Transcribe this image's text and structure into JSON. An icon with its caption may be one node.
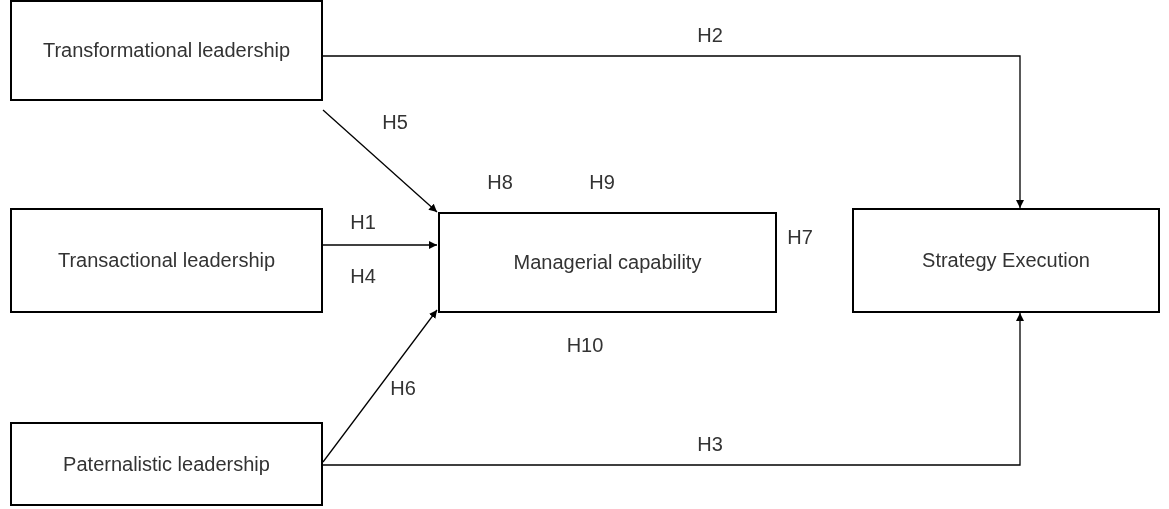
{
  "diagram": {
    "nodes": [
      {
        "text": [
          "Transformational leadership"
        ]
      },
      {
        "text": [
          "Transactional leadership"
        ]
      },
      {
        "text": [
          "Managerial capability"
        ]
      },
      {
        "text": [
          "Strategy Execution"
        ]
      },
      {
        "text": [
          "Paternalistic leadership"
        ]
      }
    ],
    "edges": [
      {
        "from": 0,
        "to": 3,
        "arrow": "to",
        "label": "H2"
      },
      {
        "from": 0,
        "to": 2,
        "arrow": "to",
        "label": "H5"
      },
      {
        "from": 1,
        "to": 2,
        "arrow": "to",
        "label": "H1"
      },
      {
        "from": 4,
        "to": 2,
        "arrow": "to",
        "label": "H6"
      },
      {
        "from": 4,
        "to": 3,
        "arrow": "to",
        "label": "H3"
      }
    ],
    "labels": [
      "H8",
      "H9",
      "H7",
      "H4",
      "H10"
    ]
  }
}
